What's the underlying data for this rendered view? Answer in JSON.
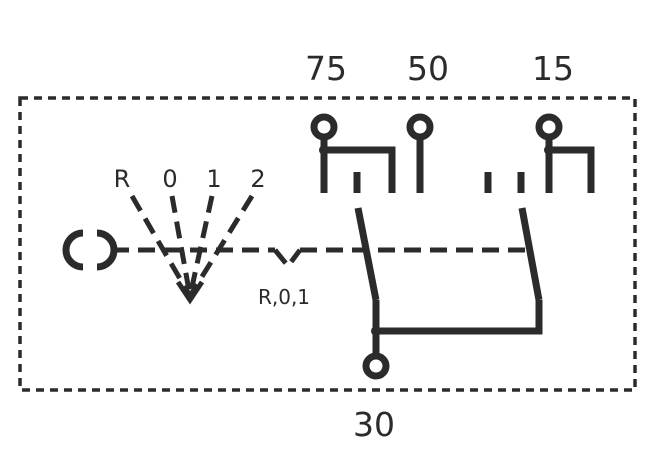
{
  "terminals": {
    "t75": "75",
    "t50": "50",
    "t15": "15",
    "t30": "30"
  },
  "positions": [
    "R",
    "0",
    "1",
    "2"
  ],
  "mode_label": "R,0,1",
  "colors": {
    "ink": "#2b2b2b",
    "background": "#ffffff"
  }
}
